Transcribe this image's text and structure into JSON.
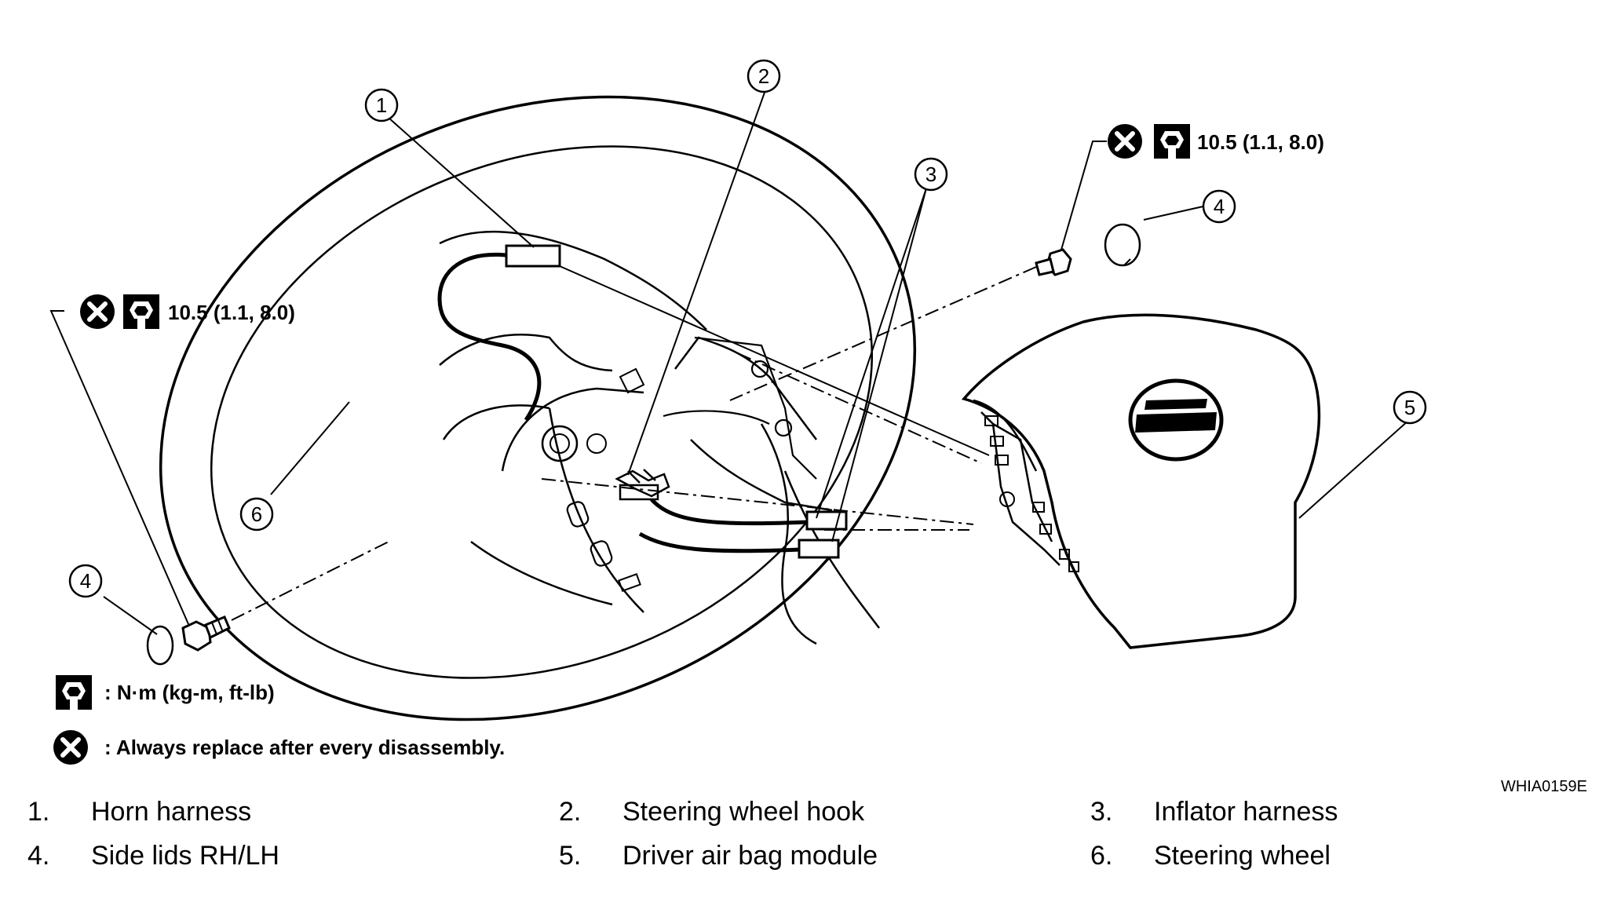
{
  "callouts": [
    "1",
    "2",
    "3",
    "4",
    "5",
    "6"
  ],
  "torque_spec": "10.5 (1.1, 8.0)",
  "legend": {
    "torque_unit": ": N·m (kg-m, ft-lb)",
    "replace_note": ": Always replace after every disassembly."
  },
  "figure_code": "WHIA0159E",
  "parts": [
    {
      "number": "1.",
      "name": "Horn harness"
    },
    {
      "number": "2.",
      "name": "Steering wheel hook"
    },
    {
      "number": "3.",
      "name": "Inflator harness"
    },
    {
      "number": "4.",
      "name": "Side lids RH/LH"
    },
    {
      "number": "5.",
      "name": "Driver air bag module"
    },
    {
      "number": "6.",
      "name": "Steering wheel"
    }
  ],
  "icons": {
    "replace_symbol": "x-in-circle-icon",
    "torque_symbol": "torque-wrench-icon"
  }
}
